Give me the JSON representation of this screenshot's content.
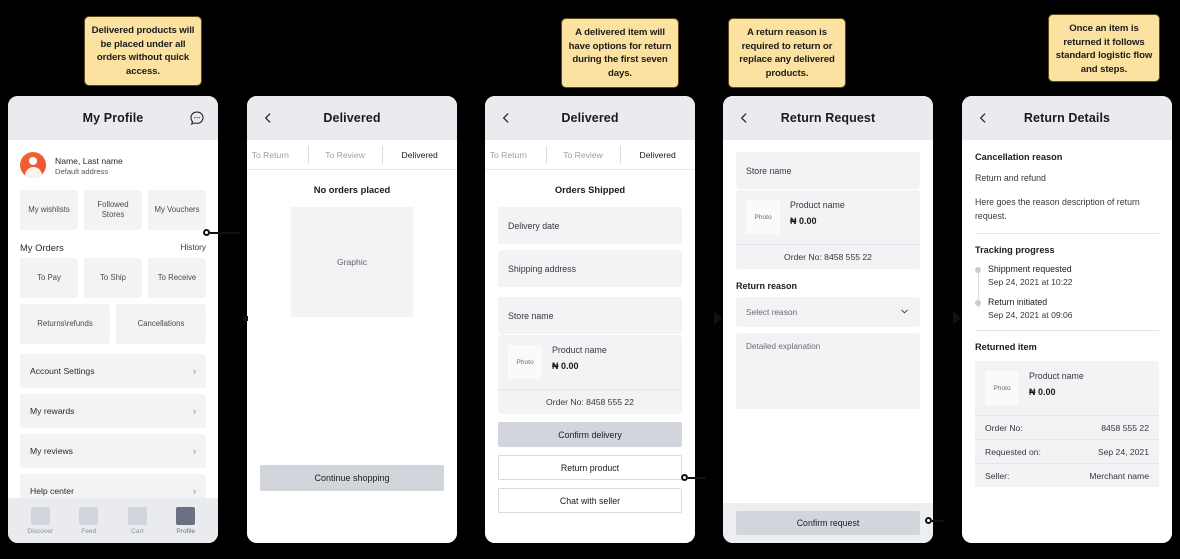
{
  "notes": [
    {
      "id": "note-delivered-products",
      "text": "Delivered products will be placed under all orders without quick access."
    },
    {
      "id": "note-delivered-item",
      "text": "A delivered item will have options for return during the first seven days."
    },
    {
      "id": "note-return-reason",
      "text": "A return reason is required to return or replace any delivered products."
    },
    {
      "id": "note-logistic-flow",
      "text": "Once an item is returned it follows standard logistic flow and steps."
    }
  ],
  "screen_profile": {
    "title": "My Profile",
    "chat_icon": "chat-bubble-icon",
    "user": {
      "name": "Name, Last name",
      "subtitle": "Default address",
      "avatar": "user-avatar"
    },
    "quick_tiles": [
      "My wishlists",
      "Followed Stores",
      "My Vouchers"
    ],
    "orders": {
      "label": "My Orders",
      "history": "History"
    },
    "order_tiles": [
      "To Pay",
      "To Ship",
      "To Receive"
    ],
    "order_tiles_row2": [
      "Returns\\refunds",
      "Cancellations"
    ],
    "menu": [
      "Account Settings",
      "My rewards",
      "My reviews",
      "Help center"
    ],
    "menu_arrow": "›",
    "bottom_nav": [
      {
        "label": "Discover",
        "active": false
      },
      {
        "label": "Feed",
        "active": false
      },
      {
        "label": "Cart",
        "active": false
      },
      {
        "label": "Profile",
        "active": true
      }
    ]
  },
  "screen_empty": {
    "title": "Delivered",
    "back_icon": "chevron-left-icon",
    "tabs": [
      "To Return",
      "To Review",
      "Delivered"
    ],
    "active_tab": "Delivered",
    "heading": "No orders placed",
    "graphic_label": "Graphic",
    "cta": "Continue shopping"
  },
  "screen_shipped": {
    "title": "Delivered",
    "back_icon": "chevron-left-icon",
    "tabs": [
      "To Return",
      "To Review",
      "Delivered"
    ],
    "active_tab": "Delivered",
    "heading": "Orders Shipped",
    "rows": [
      "Delivery date",
      "Shipping address"
    ],
    "store_name": "Store name",
    "product": {
      "photo_label": "Photo",
      "name": "Product name",
      "price": "₦ 0.00"
    },
    "order_no": "Order No: 8458 555 22",
    "buttons": [
      {
        "label": "Confirm delivery",
        "style": "filled"
      },
      {
        "label": "Return product",
        "style": "outline"
      },
      {
        "label": "Chat with seller",
        "style": "outline"
      }
    ]
  },
  "screen_return_request": {
    "title": "Return Request",
    "back_icon": "chevron-left-icon",
    "store_name": "Store name",
    "product": {
      "photo_label": "Photo",
      "name": "Product name",
      "price": "₦ 0.00"
    },
    "order_no": "Order No: 8458 555 22",
    "return_reason_label": "Return reason",
    "select_placeholder": "Select reason",
    "select_icon": "chevron-down-icon",
    "explanation_placeholder": "Detailed explanation",
    "confirm_button": "Confirm request"
  },
  "screen_return_details": {
    "title": "Return  Details",
    "back_icon": "chevron-left-icon",
    "cancellation_heading": "Cancellation reason",
    "cancellation_reason": "Return and refund",
    "cancellation_description": "Here goes the reason description of return request.",
    "tracking_heading": "Tracking progress",
    "tracking": [
      {
        "title": "Shippment requested",
        "time": "Sep 24, 2021 at 10:22"
      },
      {
        "title": "Return initiated",
        "time": "Sep 24, 2021 at 09:06"
      }
    ],
    "returned_item_heading": "Returned item",
    "product": {
      "photo_label": "Photo",
      "name": "Product name",
      "price": "₦ 0.00"
    },
    "details_rows": [
      {
        "label": "Order No:",
        "value": "8458 555 22"
      },
      {
        "label": "Requested on:",
        "value": "Sep 24, 2021"
      },
      {
        "label": "Seller:",
        "value": "Merchant name"
      }
    ]
  },
  "colors": {
    "note_bg": "#FBE2A0",
    "appbar_bg": "#E9EBEF",
    "surface": "#F2F3F5",
    "accent": "#EE4A3A",
    "nav_active": "#6B7183",
    "canvas": "#000000"
  }
}
